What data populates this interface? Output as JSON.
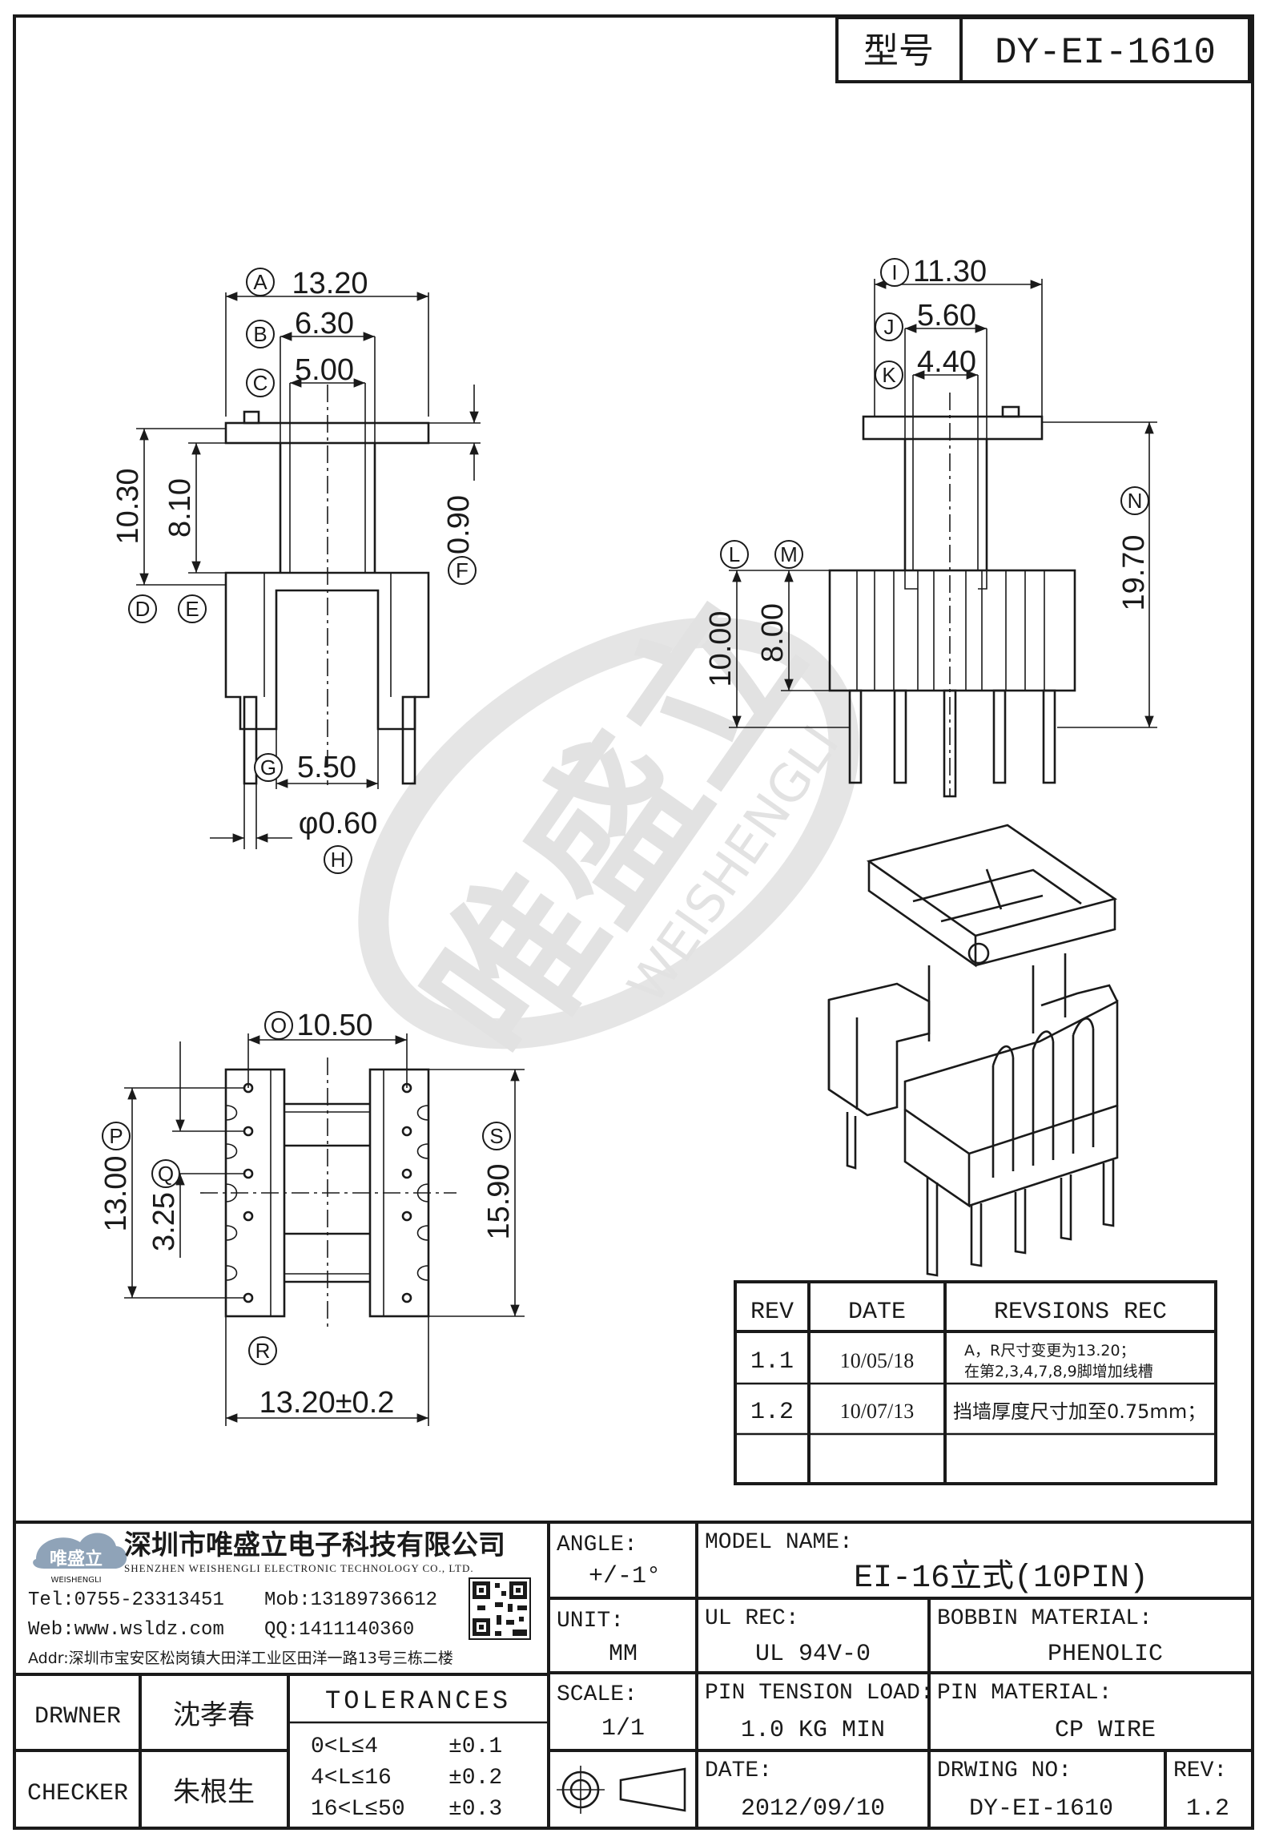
{
  "header": {
    "model_label": "型号",
    "model_value": "DY-EI-1610"
  },
  "dimensions": {
    "A": "13.20",
    "B": "6.30",
    "C": "5.00",
    "D": "",
    "E": "",
    "F": "0.90",
    "G": "5.50",
    "H": "φ0.60",
    "I": "11.30",
    "J": "5.60",
    "K": "4.40",
    "N": "19.70",
    "O": "10.50",
    "P": "13.00",
    "Q": "3.25",
    "R": "13.20±0.2",
    "S": "15.90",
    "left_height_outer": "10.30",
    "left_height_inner": "8.10",
    "right_height_outer": "10.00",
    "right_height_inner": "8.00"
  },
  "markers": [
    "A",
    "B",
    "C",
    "D",
    "E",
    "F",
    "G",
    "H",
    "I",
    "J",
    "K",
    "L",
    "M",
    "N",
    "O",
    "P",
    "Q",
    "R",
    "S"
  ],
  "watermark": {
    "brand": "唯盛立",
    "latin": "WEISHENGLI"
  },
  "revisions": {
    "headers": [
      "REV",
      "DATE",
      "REVSIONS REC"
    ],
    "rows": [
      {
        "rev": "1.1",
        "date": "10/05/18",
        "rec_line1": "A，R尺寸变更为13.20；",
        "rec_line2": "在第2,3,4,7,8,9脚增加线槽"
      },
      {
        "rev": "1.2",
        "date": "10/07/13",
        "rec_line1": "挡墙厚度尺寸加至0.75mm；",
        "rec_line2": ""
      }
    ]
  },
  "company": {
    "logo_text": "唯盛立",
    "logo_sub": "WEISHENGLI",
    "name_cn": "深圳市唯盛立电子科技有限公司",
    "name_en": "SHENZHEN WEISHENGLI ELECTRONIC TECHNOLOGY CO., LTD.",
    "tel": "Tel:0755-23313451",
    "mob": "Mob:13189736612",
    "web": "Web:www.wsldz.com",
    "qq": "QQ:1411140360",
    "addr": "Addr:深圳市宝安区松岗镇大田洋工业区田洋一路13号三栋二楼"
  },
  "titleblock": {
    "angle_label": "ANGLE:",
    "angle_value": "+/-1°",
    "model_name_label": "MODEL NAME:",
    "model_name_value": "EI-16立式(10PIN)",
    "unit_label": "UNIT:",
    "unit_value": "MM",
    "ul_rec_label": "UL REC:",
    "ul_rec_value": "UL 94V-0",
    "bobbin_label": "BOBBIN MATERIAL:",
    "bobbin_value": "PHENOLIC",
    "scale_label": "SCALE:",
    "scale_value": "1/1",
    "pin_tension_label": "PIN TENSION LOAD:",
    "pin_tension_value": "1.0 KG MIN",
    "pin_material_label": "PIN MATERIAL:",
    "pin_material_value": "CP WIRE",
    "date_label": "DATE:",
    "date_value": "2012/09/10",
    "drwing_no_label": "DRWING NO:",
    "drwing_no_value": "DY-EI-1610",
    "rev_label": "REV:",
    "rev_value": "1.2",
    "drwner_label": "DRWNER",
    "drwner_value": "沈孝春",
    "checker_label": "CHECKER",
    "checker_value": "朱根生",
    "tolerances_label": "TOLERANCES",
    "tolerances": [
      {
        "range": "0<L≤4",
        "value": "±0.1"
      },
      {
        "range": "4<L≤16",
        "value": "±0.2"
      },
      {
        "range": "16<L≤50",
        "value": "±0.3"
      }
    ]
  }
}
